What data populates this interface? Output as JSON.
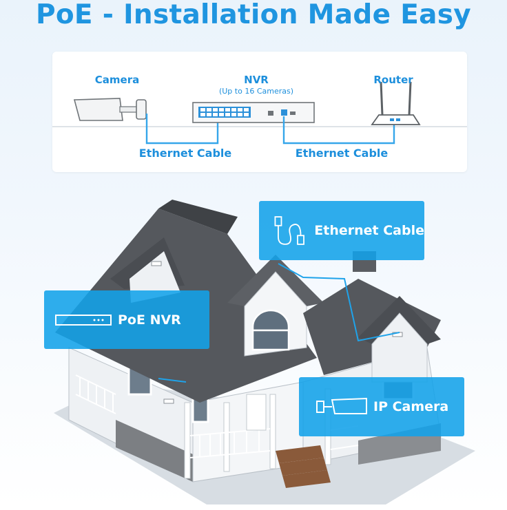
{
  "headline": "PoE - Installation Made Easy",
  "diagram": {
    "camera_label": "Camera",
    "nvr_label": "NVR",
    "nvr_sublabel": "(Up to 16 Cameras)",
    "router_label": "Router",
    "cable_left_label": "Ethernet Cable",
    "cable_right_label": "Ethernet Cable"
  },
  "callouts": {
    "ethernet_cable": "Ethernet Cable",
    "poe_nvr": "PoE NVR",
    "ip_camera": "IP Camera"
  },
  "colors": {
    "accent": "#1f95e0",
    "callout": "#12a2e9",
    "roof": "#4f5257",
    "siding": "#e9eef2"
  }
}
